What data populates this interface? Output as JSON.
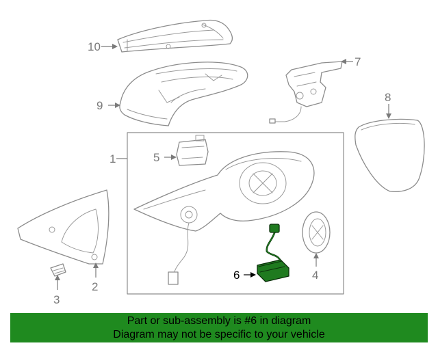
{
  "callouts": {
    "c1": "1",
    "c2": "2",
    "c3": "3",
    "c4": "4",
    "c5": "5",
    "c6": "6",
    "c7": "7",
    "c8": "8",
    "c9": "9",
    "c10": "10"
  },
  "banner": {
    "line1": "Part or sub-assembly is #6 in diagram",
    "line2": "Diagram may not be specific to your vehicle"
  },
  "colors": {
    "highlight": "#1f8a1f",
    "linework": "#8c8c8c"
  }
}
